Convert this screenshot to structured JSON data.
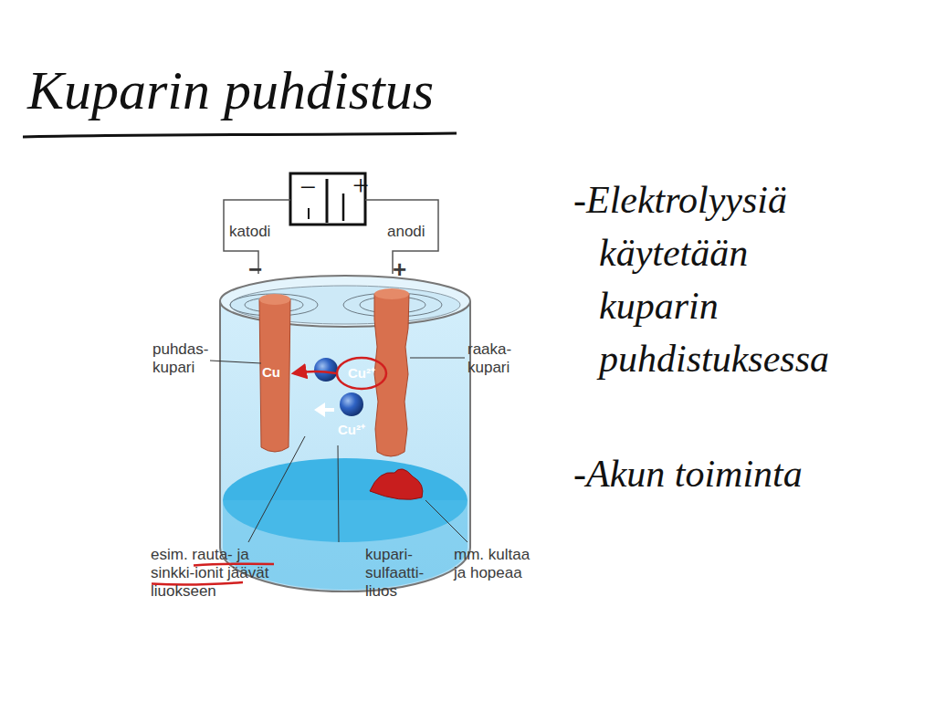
{
  "diagram": {
    "title": "Kuparin puhdistus",
    "labels": [
      "−",
      "+",
      "katodi",
      "anodi",
      "−",
      "+",
      "puhdas- kupari",
      "raaka- kupari",
      "Cu",
      "Cu²⁺",
      "Cu²⁺",
      "esim. rauta- ja sinkki-ionit jäävät liuokseen",
      "kupari- sulfaatti- liuos",
      "mm. kultaa ja hopeaa",
      "-Elektrolyysiä käytetään kuparin puhdistuksessa",
      "-Akun toiminta"
    ]
  }
}
